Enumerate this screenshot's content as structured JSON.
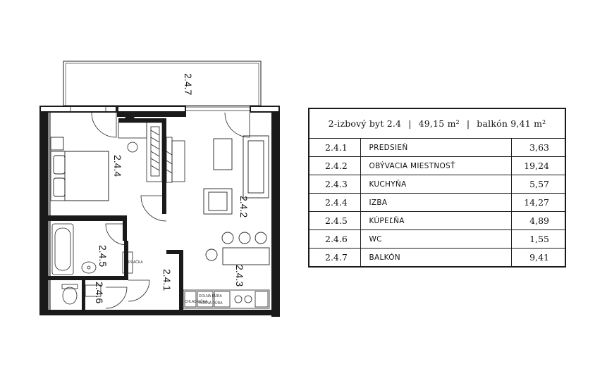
{
  "rooms": {
    "r247": "2.4.7",
    "r244": "2.4.4",
    "r242": "2.4.2",
    "r245": "2.4.5",
    "r241": "2.4.1",
    "r243": "2.4.3",
    "r246": "2.4.6"
  },
  "fixtures": {
    "oven1": "DOLNÁ RÚRA",
    "oven2": "HORNÁ RÚRA",
    "fridge": "CHLADNIČKA",
    "washer": "PRÁČKA"
  },
  "legend": {
    "title": "2-izbový byt 2.4",
    "area": "49,15 m²",
    "balcony": "balkón 9,41 m²",
    "separator": "|",
    "rows": [
      {
        "code": "2.4.1",
        "name": "PREDSIEŇ",
        "area": "3,63"
      },
      {
        "code": "2.4.2",
        "name": "OBÝVACIA MIESTNOSŤ",
        "area": "19,24"
      },
      {
        "code": "2.4.3",
        "name": "KUCHYŇA",
        "area": "5,57"
      },
      {
        "code": "2.4.4",
        "name": "IZBA",
        "area": "14,27"
      },
      {
        "code": "2.4.5",
        "name": "KÚPEĽŇA",
        "area": "4,89"
      },
      {
        "code": "2.4.6",
        "name": "WC",
        "area": "1,55"
      },
      {
        "code": "2.4.7",
        "name": "BALKÓN",
        "area": "9,41"
      }
    ]
  }
}
